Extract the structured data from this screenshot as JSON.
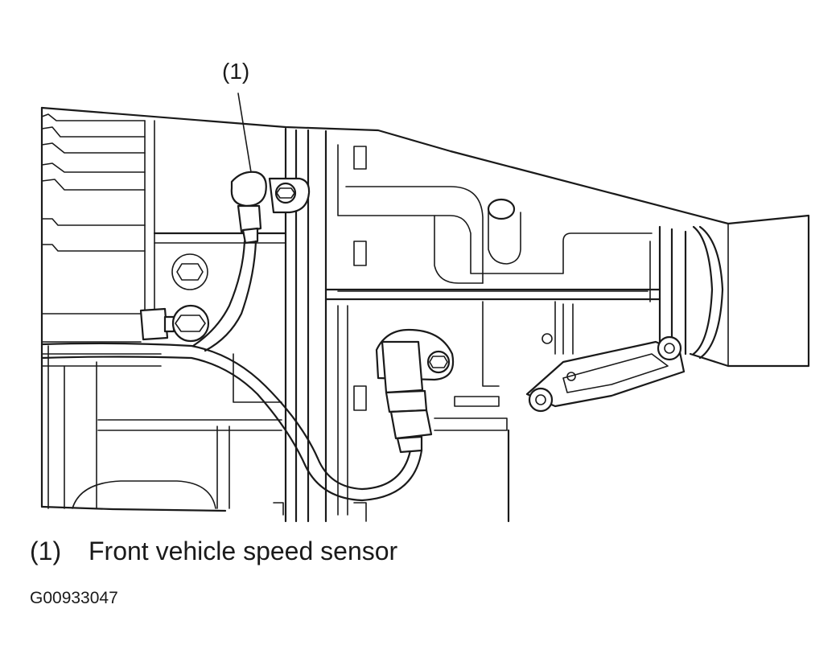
{
  "callout": {
    "number": "(1)"
  },
  "legend": {
    "number": "(1)",
    "text": "Front vehicle speed sensor"
  },
  "figure_id": "G00933047",
  "colors": {
    "ink": "#1a1a1a",
    "background": "#ffffff"
  }
}
